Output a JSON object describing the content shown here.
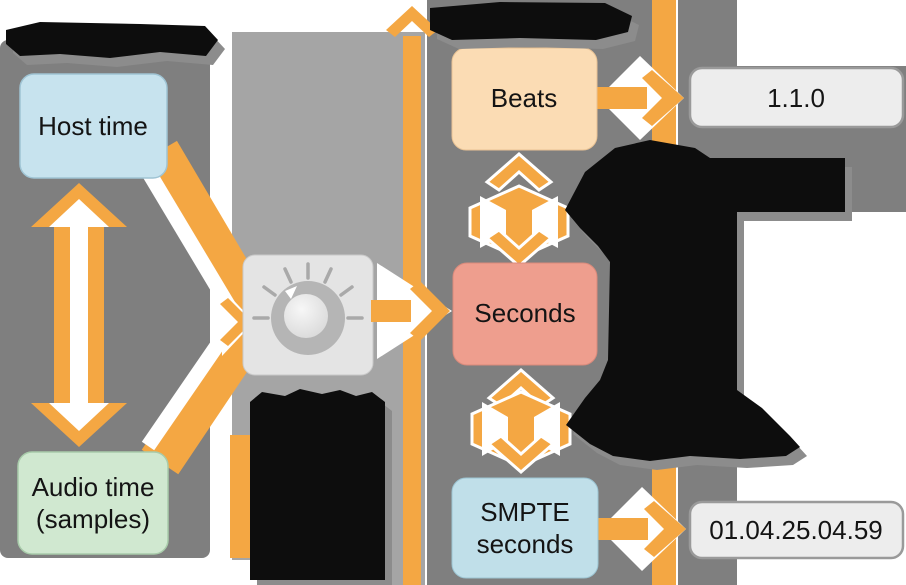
{
  "boxes": {
    "host_time": {
      "label": "Host time"
    },
    "audio_time": {
      "line1": "Audio time",
      "line2": "(samples)"
    },
    "beats": {
      "label": "Beats"
    },
    "seconds": {
      "label": "Seconds"
    },
    "smpte": {
      "line1": "SMPTE",
      "line2": "seconds"
    }
  },
  "displays": {
    "beats_value": "1.1.0",
    "smpte_value": "01.04.25.04.59"
  },
  "colors": {
    "orange": "#f4a743",
    "panel_gray": "#7f7f7f",
    "slab_gray": "#a5a5a5",
    "shadow_gray": "#8c8c8c",
    "blob_black": "#0d0d0d",
    "tick_gray": "#a9a9a9",
    "knob_face": "#e4e4e4",
    "knob_ring": "#b5b5b5",
    "result_fill": "#ededed",
    "result_border": "#9a9a9a",
    "host_fill": "#c7e3ee",
    "host_border": "#9fc4d4",
    "audio_fill": "#d0e8d0",
    "audio_border": "#a8cbaa",
    "beats_fill": "#fbdcb4",
    "seconds_fill": "#ee9e8e",
    "smpte_fill": "#c0dfe9"
  }
}
